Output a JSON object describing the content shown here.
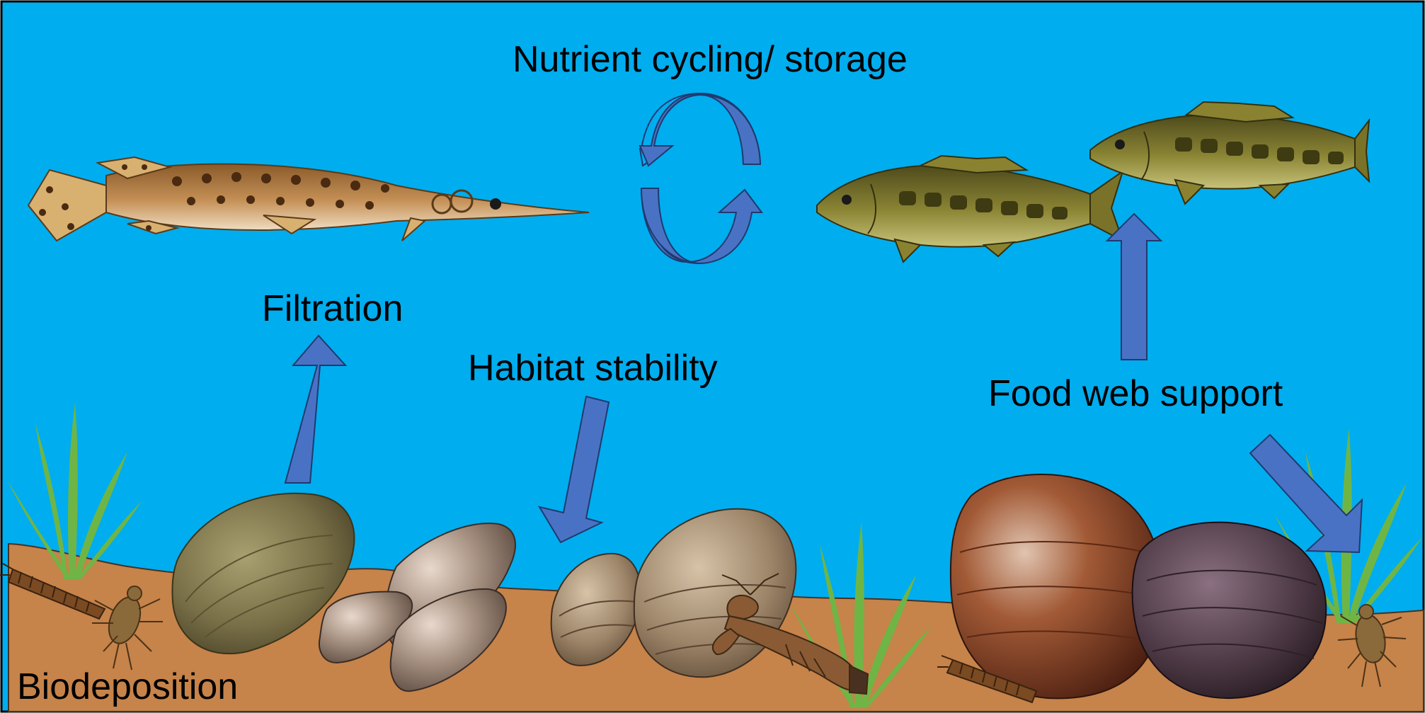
{
  "diagram": {
    "labels": {
      "nutrient": "Nutrient cycling/ storage",
      "filtration": "Filtration",
      "habitat": "Habitat stability",
      "foodweb": "Food web support",
      "biodeposition": "Biodeposition"
    },
    "colors": {
      "water": "#00adef",
      "sediment": "#c6834a",
      "arrow_fill": "#4a72c4",
      "arrow_stroke": "#1f3a6e",
      "plant": "#6fb545",
      "text": "#000000"
    },
    "icons": [
      "gar-fish",
      "bass-fish",
      "mussel",
      "crayfish",
      "caddisfly-larva",
      "mayfly-nymph",
      "aquatic-grass"
    ]
  }
}
